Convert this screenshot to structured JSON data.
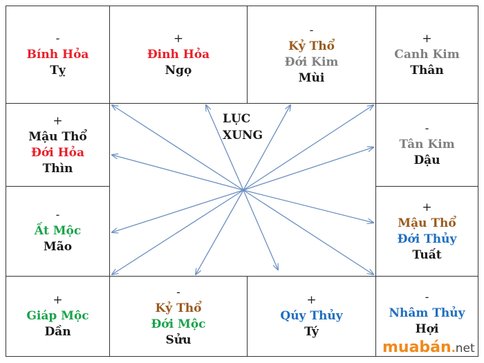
{
  "colors": {
    "fire": "#e8202a",
    "earth": "#9a5a1e",
    "metal": "#808080",
    "wood": "#1aa34a",
    "water": "#1f6fbf",
    "arrow": "#6a8fc0",
    "grid": "#333333",
    "watermark": "#f08a1c"
  },
  "center": {
    "title_line1": "LỤC",
    "title_line2": "XUNG"
  },
  "cells": {
    "ty": {
      "sign": "-",
      "element": "Bính Hỏa",
      "branch": "Tỵ"
    },
    "ngo": {
      "sign": "+",
      "element": "Đinh Hỏa",
      "branch": "Ngọ"
    },
    "mui": {
      "sign": "-",
      "element": "Kỷ Thổ",
      "element2": "Đới Kim",
      "branch": "Mùi"
    },
    "than": {
      "sign": "+",
      "element": "Canh Kim",
      "branch": "Thân"
    },
    "thin": {
      "sign": "+",
      "element": "Mậu Thổ",
      "element2": "Đới Hỏa",
      "branch": "Thìn"
    },
    "dau": {
      "sign": "-",
      "element": "Tân Kim",
      "branch": "Dậu"
    },
    "mao": {
      "sign": "-",
      "element": "Ất Mộc",
      "branch": "Mão"
    },
    "tuat": {
      "sign": "+",
      "element": "Mậu Thổ",
      "element2": "Đới Thủy",
      "branch": "Tuất"
    },
    "dan": {
      "sign": "+",
      "element": "Giáp Mộc",
      "branch": "Dần"
    },
    "suu": {
      "sign": "-",
      "element": "Kỷ Thổ",
      "element2": "Đới Mộc",
      "branch": "Sửu"
    },
    "ty_rat": {
      "sign": "+",
      "element": "Qúy Thủy",
      "branch": "Tý"
    },
    "hoi": {
      "sign": "-",
      "element": "Nhâm Thủy",
      "branch": "Hợi"
    }
  },
  "watermark": {
    "main": "muabán",
    "dot": ".",
    "suffix": "net"
  }
}
